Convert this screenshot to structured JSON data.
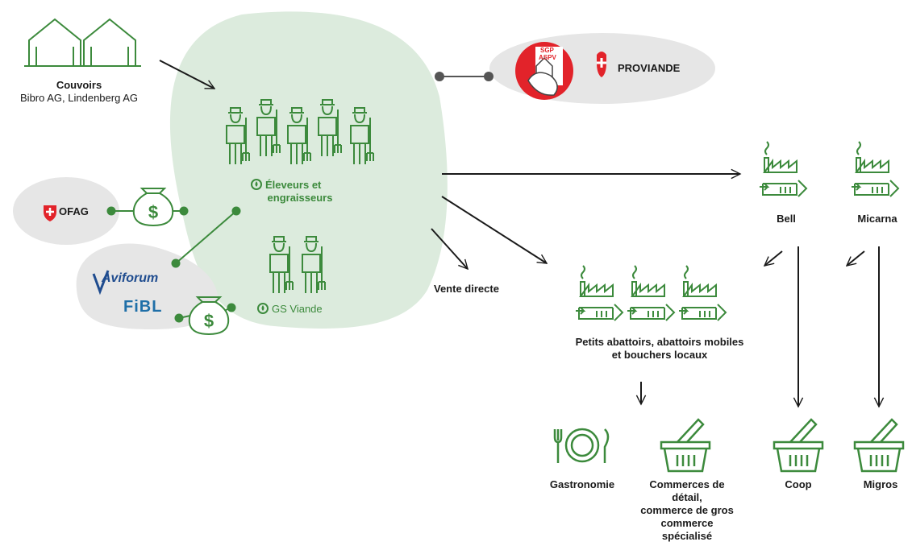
{
  "hatcheries": {
    "title": "Couvoirs",
    "names": "Bibro AG, Lindenberg AG"
  },
  "farmers": {
    "label_line1": "Éleveurs et",
    "label_line2": "engraisseurs"
  },
  "gs_viande": {
    "label": "GS Viande"
  },
  "ofag": {
    "label": "OFAG"
  },
  "aviforum": {
    "label": "Aviforum"
  },
  "fibl": {
    "label": "FiBL"
  },
  "sgp": {
    "line1": "SGP",
    "line2": "ASPV"
  },
  "proviande": {
    "label": "PROVIANDE"
  },
  "direct_sale": {
    "label": "Vente directe"
  },
  "bell": {
    "label": "Bell"
  },
  "micarna": {
    "label": "Micarna"
  },
  "small_abattoirs": {
    "line1": "Petits abattoirs, abattoirs mobiles",
    "line2": "et bouchers locaux"
  },
  "gastronomy": {
    "label": "Gastronomie"
  },
  "retail": {
    "line1": "Commerces de",
    "line2": "détail,",
    "line3": "commerce de gros",
    "line4": "commerce",
    "line5": "spécialisé"
  },
  "coop": {
    "label": "Coop"
  },
  "migros": {
    "label": "Migros"
  },
  "colors": {
    "green": "#3c8a3c",
    "blob": "#dcebdd",
    "gray_blob": "#e6e6e6",
    "dark": "#1a1a1a",
    "red": "#e2232a",
    "aviforum_blue": "#1f4c8f"
  }
}
